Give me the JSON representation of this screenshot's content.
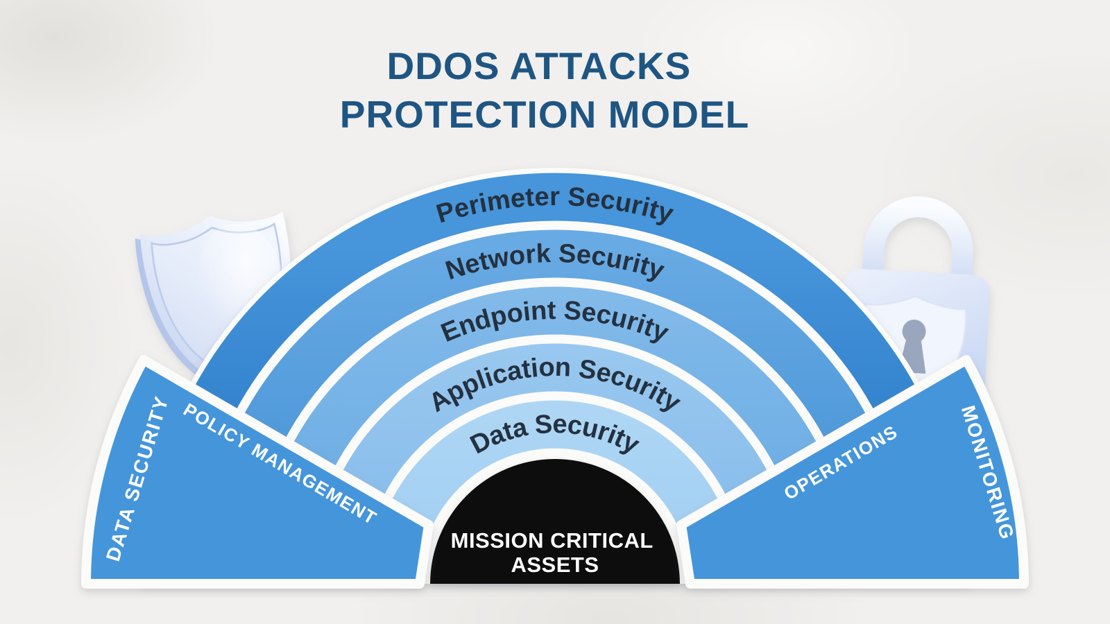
{
  "title": {
    "line1": "DDOS ATTACKS",
    "line2": "PROTECTION MODEL"
  },
  "rings": [
    {
      "label": "Perimeter Security",
      "color_top": "#4795DA",
      "color_bottom": "#1B6DC0"
    },
    {
      "label": "Network Security",
      "color_top": "#68AAE3",
      "color_bottom": "#3A8BD3"
    },
    {
      "label": "Endpoint Security",
      "color_top": "#87BDEB",
      "color_bottom": "#5FA5E0"
    },
    {
      "label": "Application Security",
      "color_top": "#A2CEF1",
      "color_bottom": "#7FB7E9"
    },
    {
      "label": "Data Security",
      "color_top": "#BCDFF7",
      "color_bottom": "#9CCBF1"
    }
  ],
  "core": {
    "line1": "MISSION CRITICAL",
    "line2": "ASSETS",
    "fill": "#0B0B0B",
    "text_color": "#FFFFFF"
  },
  "panels": [
    {
      "id": "left-outer",
      "label": "DATA SECURITY"
    },
    {
      "id": "left-inner",
      "label": "POLICY MANAGEMENT"
    },
    {
      "id": "right-inner",
      "label": "OPERATIONS"
    },
    {
      "id": "right-outer",
      "label": "MONITORING"
    }
  ],
  "styles": {
    "background": "#F1F0EE",
    "title_color": "#1E5583",
    "ring_label_color": "#243140",
    "panel_fill": "#4495DB",
    "panel_text_color": "#FFFFFF",
    "separator_color": "#FBFBF9"
  },
  "icons": {
    "left": "shield-3d",
    "right": "padlock-3d"
  }
}
